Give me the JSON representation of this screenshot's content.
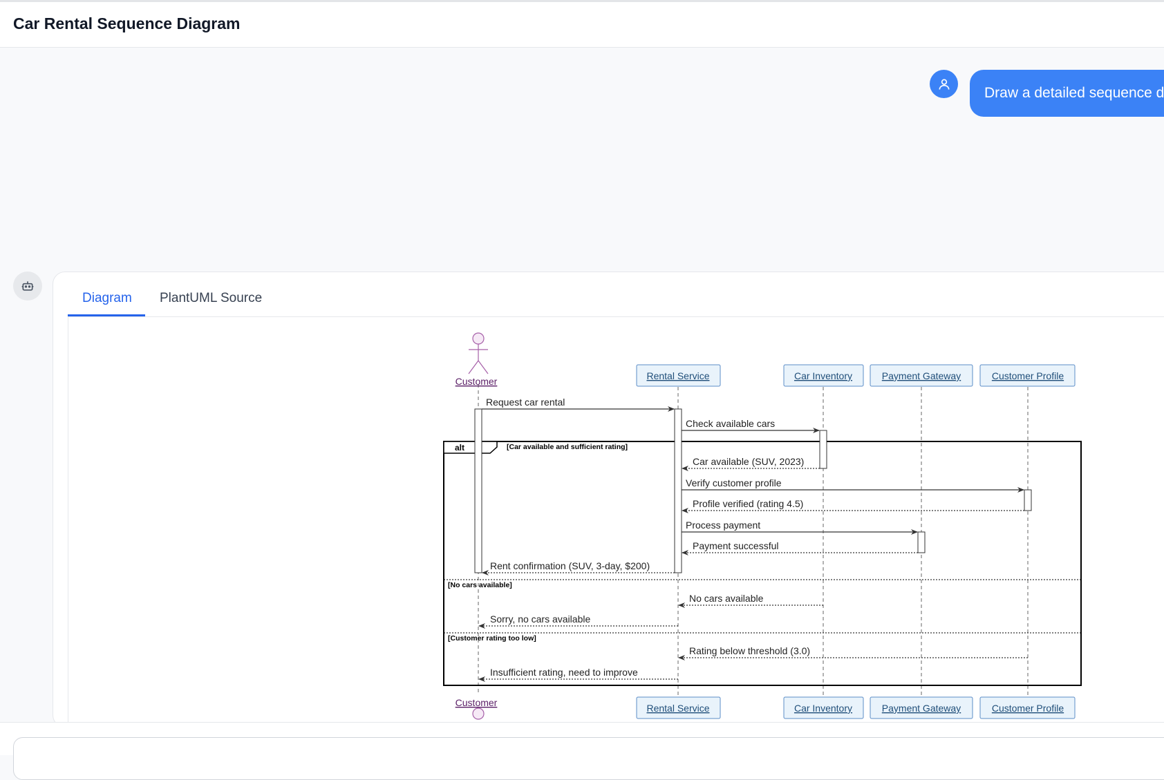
{
  "header": {
    "title": "Car Rental Sequence Diagram"
  },
  "user_message": {
    "text": "Draw a detailed sequence diagram"
  },
  "tabs": [
    {
      "label": "Diagram",
      "active": true
    },
    {
      "label": "PlantUML Source",
      "active": false
    }
  ],
  "diagram": {
    "actor": "Customer",
    "participants": [
      "Rental Service",
      "Car Inventory",
      "Payment Gateway",
      "Customer Profile"
    ],
    "alt_keyword": "alt",
    "conditions": [
      "[Car available and sufficient rating]",
      "[No cars available]",
      "[Customer rating too low]"
    ],
    "messages": [
      "Request car rental",
      "Check available cars",
      "Car available (SUV, 2023)",
      "Verify customer profile",
      "Profile verified (rating 4.5)",
      "Process payment",
      "Payment successful",
      "Rent confirmation (SUV, 3-day, $200)",
      "No cars available",
      "Sorry, no cars available",
      "Rating below threshold (3.0)",
      "Insufficient rating, need to improve"
    ]
  },
  "colors": {
    "accent": "#3b82f6",
    "tab_active": "#2563eb",
    "actor": "#a65fa8",
    "actor_link": "#5a1e66",
    "participant_fill": "#e9f3fb",
    "participant_border": "#5b8cc7",
    "participant_link": "#1f4e79"
  }
}
